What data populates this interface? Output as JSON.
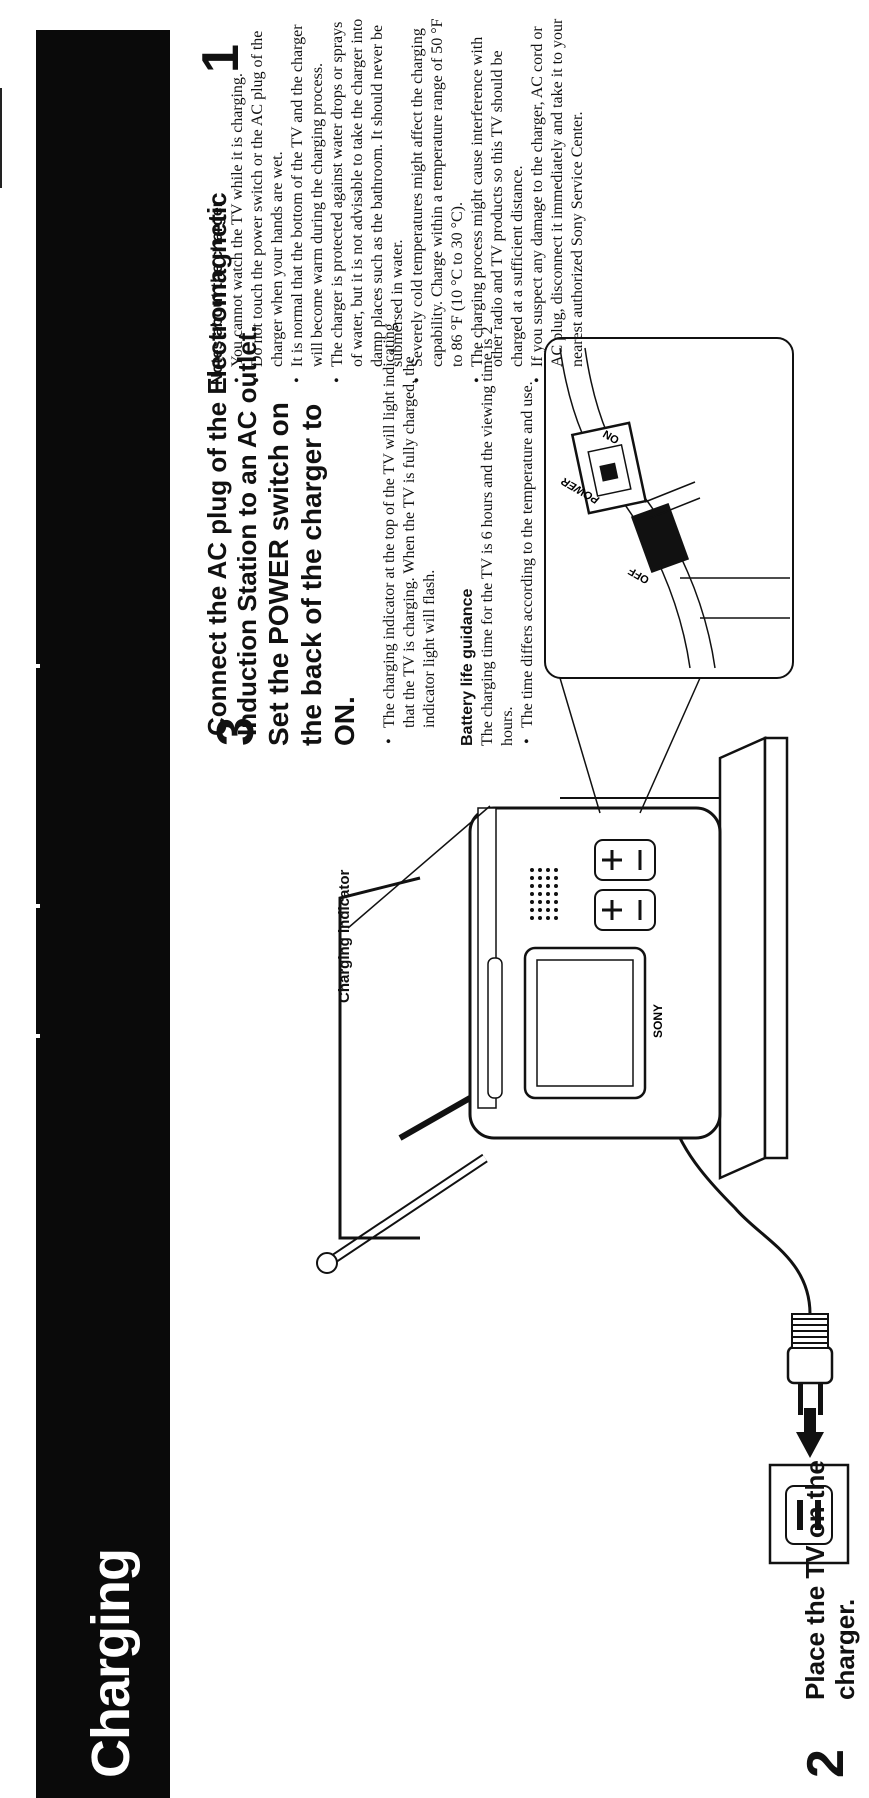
{
  "page": {
    "title": "Charging"
  },
  "steps": [
    {
      "number": "1",
      "text": "Connect the AC plug of the Electromagnetic\nInduction Station to an AC outlet."
    },
    {
      "number": "2",
      "text": "Place the TV on the\ncharger."
    },
    {
      "number": "3",
      "text": "Set the POWER switch on\nthe back of the charger to\nON."
    }
  ],
  "step3_bullets": [
    "The charging indicator at the top of the TV will light indicating that the TV is charging. When the TV is fully charged, the indicator light will flash."
  ],
  "battery": {
    "heading": "Battery life guidance",
    "text": "The charging time for the TV is 6 hours and the viewing time is 2 hours.",
    "bullets": [
      "The time differs according to the temperature and use."
    ]
  },
  "notes": {
    "heading": "Notes about the charger",
    "items": [
      "You cannot watch the TV while it is charging.",
      "Do not touch the power switch or the AC plug of the charger when your hands are wet.",
      "It is normal that the bottom of the TV and the charger will become warm during the charging process.",
      "The charger is protected against water drops or sprays of water, but it is not advisable to take the charger into damp places such as the bathroom. It should never be submersed in water.",
      "Severely cold temperatures might affect the charging capability. Charge within a temperature range of 50 °F to 86 °F (10 °C to 30 °C).",
      "The charging process might cause interference with other radio and TV products so this TV should be charged at a sufficient distance.",
      "If you suspect any damage to the charger, AC cord or AC plug, disconnect it immediately and take it to your nearest authorized Sony Service Center."
    ]
  },
  "diagram": {
    "charging_indicator_label": "Charging indicator",
    "brand": "SONY",
    "switch_power": "POWER",
    "switch_on": "ON",
    "switch_off": "OFF"
  },
  "icons": [
    "wall-outlet-icon",
    "arrow-left-icon",
    "ac-plug-icon"
  ]
}
